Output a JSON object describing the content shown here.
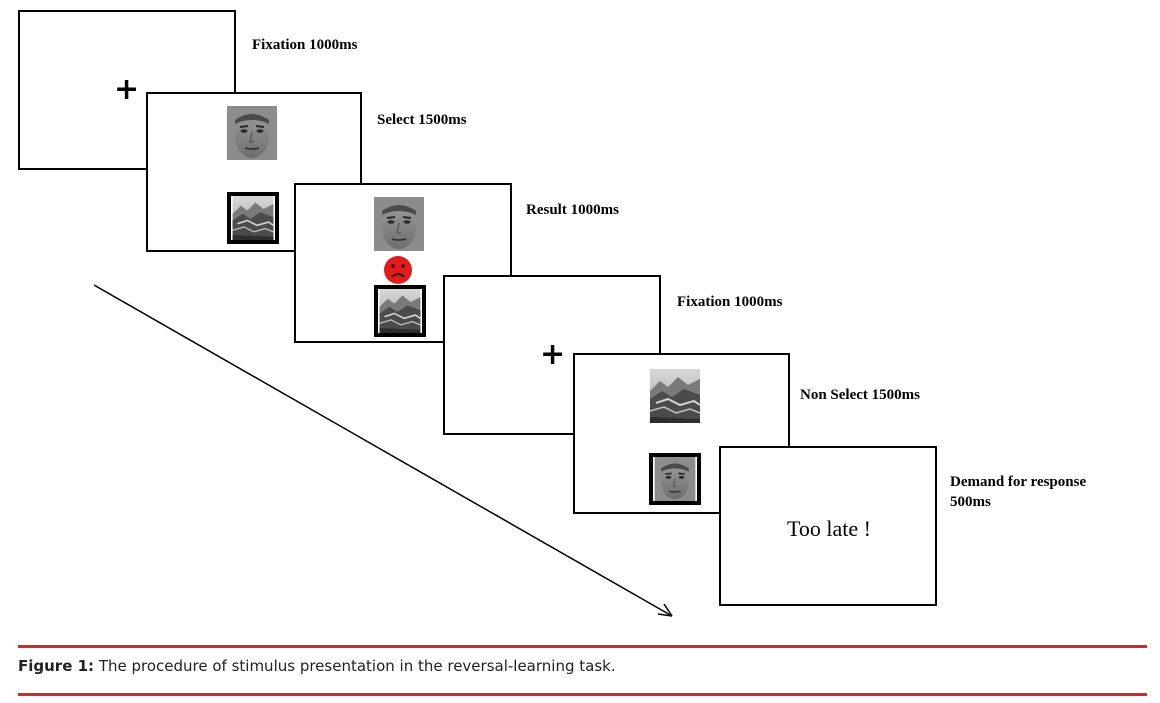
{
  "steps": [
    {
      "label": "Fixation 1000ms",
      "symbol": "+"
    },
    {
      "label": "Select 1500ms"
    },
    {
      "label": "Result 1000ms",
      "feedback": "sad-face-icon"
    },
    {
      "label": "Fixation 1000ms",
      "symbol": "+"
    },
    {
      "label": "Non Select 1500ms"
    },
    {
      "label_line1": "Demand for response",
      "label_line2": "500ms",
      "message": "Too late !"
    }
  ],
  "colors": {
    "accent_rule": "#d7262c",
    "sad_face": "#e21b1b"
  },
  "caption": {
    "label": "Figure 1:",
    "text": " The procedure of stimulus presentation in the reversal-learning task."
  }
}
